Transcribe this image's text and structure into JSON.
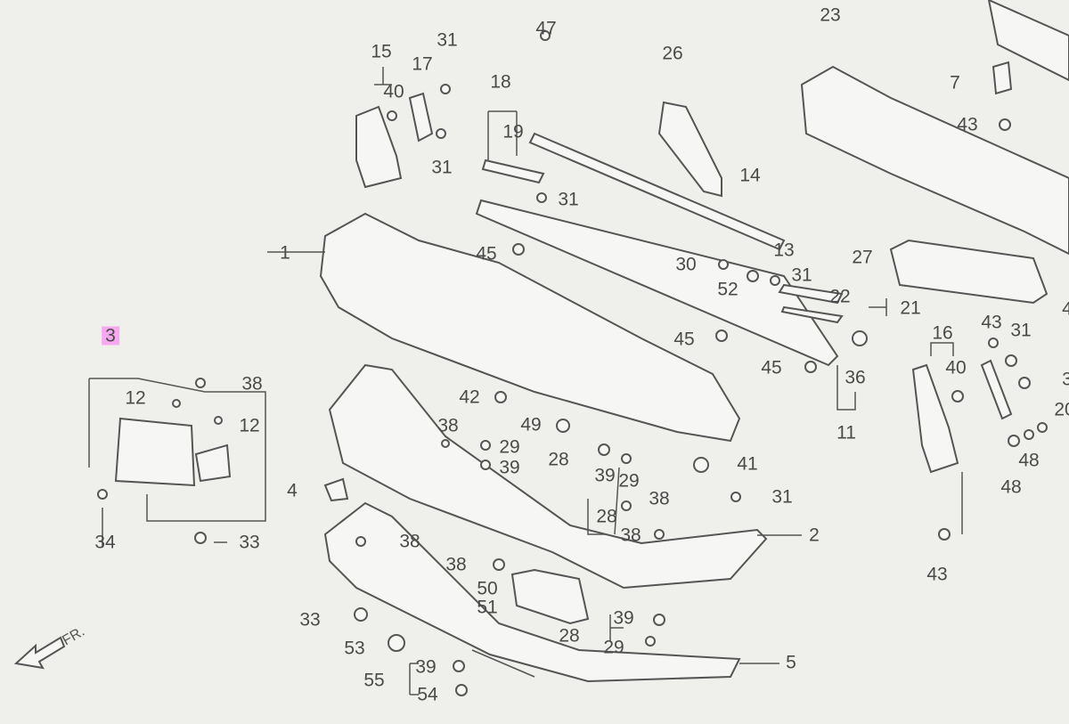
{
  "title": "Front bumper parts diagram",
  "highlighted_part": "3",
  "direction_label": "FR.",
  "labels": [
    "23",
    "7",
    "43",
    "26",
    "47",
    "31",
    "15",
    "17",
    "18",
    "40",
    "19",
    "31",
    "31",
    "14",
    "13",
    "27",
    "1",
    "45",
    "30",
    "31",
    "52",
    "22",
    "21",
    "16",
    "43",
    "31",
    "40",
    "45",
    "45",
    "36",
    "3",
    "20",
    "11",
    "3",
    "38",
    "12",
    "12",
    "42",
    "38",
    "49",
    "29",
    "39",
    "28",
    "39",
    "29",
    "41",
    "31",
    "48",
    "48",
    "4",
    "28",
    "38",
    "38",
    "34",
    "33",
    "38",
    "2",
    "38",
    "43",
    "50",
    "51",
    "33",
    "39",
    "28",
    "29",
    "53",
    "5",
    "39",
    "55",
    "54",
    "4"
  ],
  "colors": {
    "line": "#555555",
    "highlight": "#f7a8f0",
    "background": "#efefec"
  }
}
